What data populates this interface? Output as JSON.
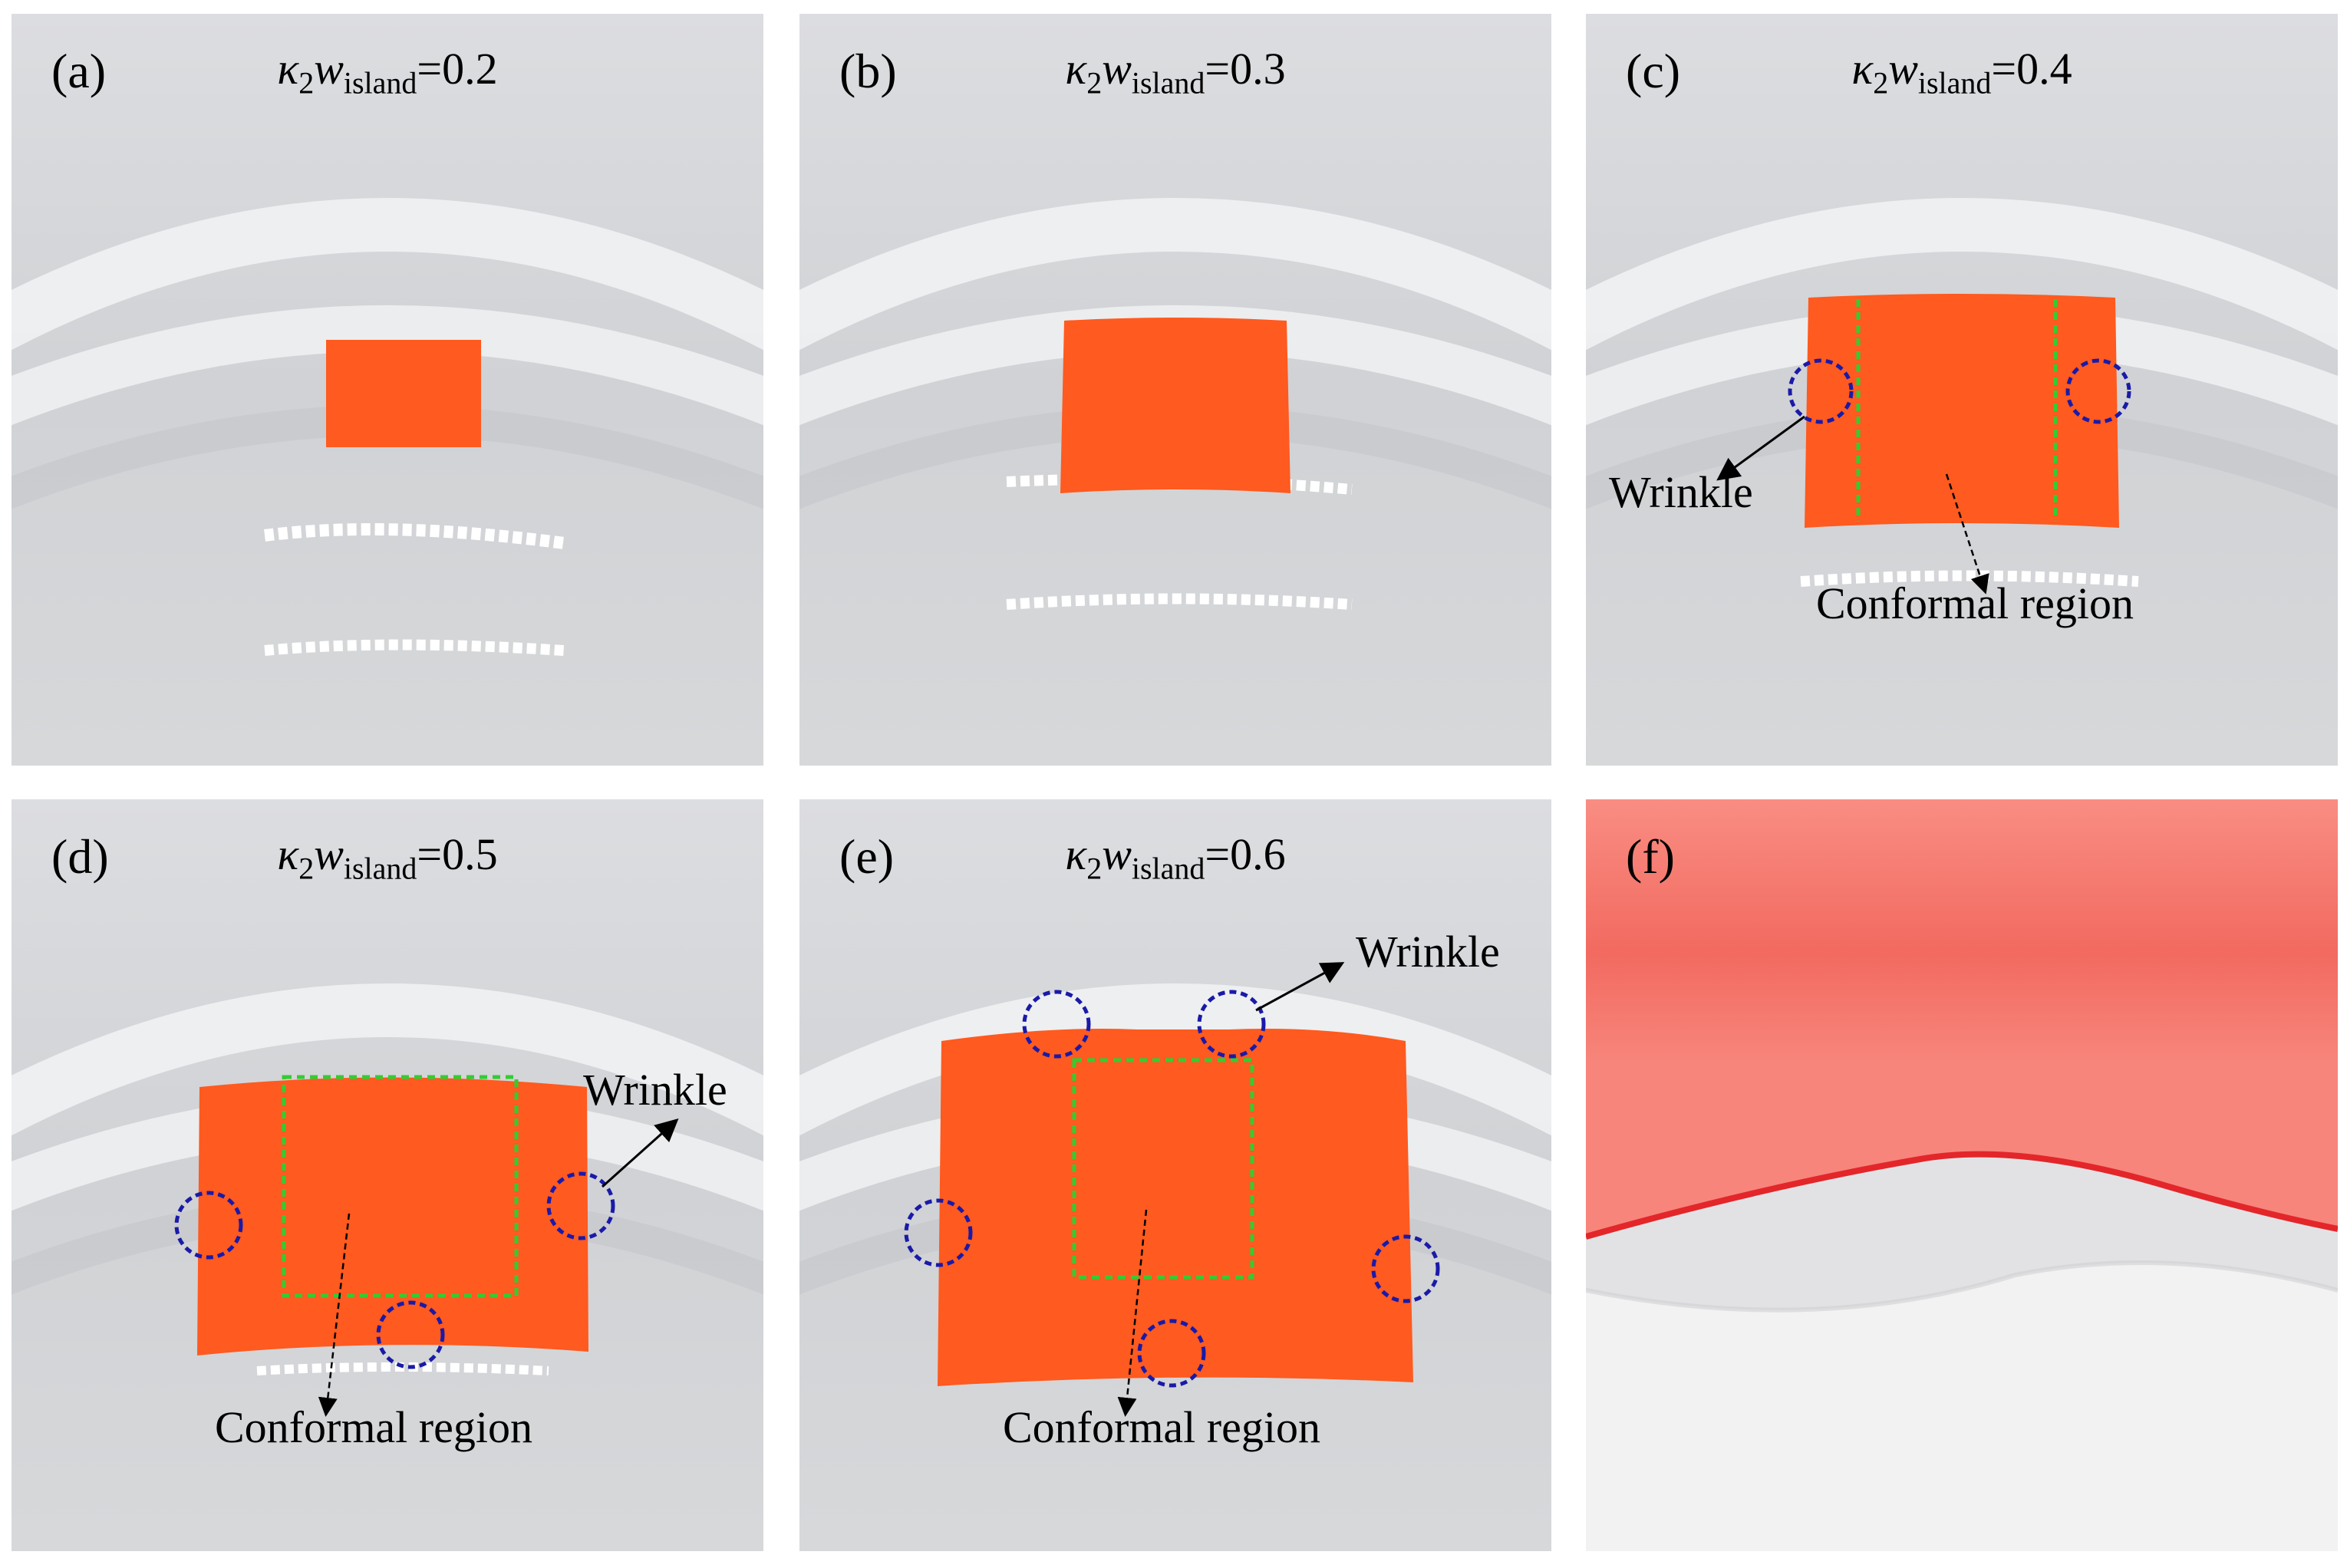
{
  "panels": [
    {
      "label": "(a)",
      "eq_value": "=0.2"
    },
    {
      "label": "(b)",
      "eq_value": "=0.3"
    },
    {
      "label": "(c)",
      "eq_value": "=0.4",
      "wrinkle": "Wrinkle",
      "conformal": "Conformal region"
    },
    {
      "label": "(d)",
      "eq_value": "=0.5",
      "wrinkle": "Wrinkle",
      "conformal": "Conformal region"
    },
    {
      "label": "(e)",
      "eq_value": "=0.6",
      "wrinkle": "Wrinkle",
      "conformal": "Conformal region"
    },
    {
      "label": "(f)"
    }
  ],
  "equation": {
    "kappa": "κ",
    "kappa_sub": "2",
    "w": "w",
    "w_sub": "island"
  },
  "colors": {
    "island": "#ff5a1f",
    "wrinkle_circle": "#1a1aa8",
    "conformal_box": "#33cc33",
    "substrate_bg": "#d9dadc"
  }
}
